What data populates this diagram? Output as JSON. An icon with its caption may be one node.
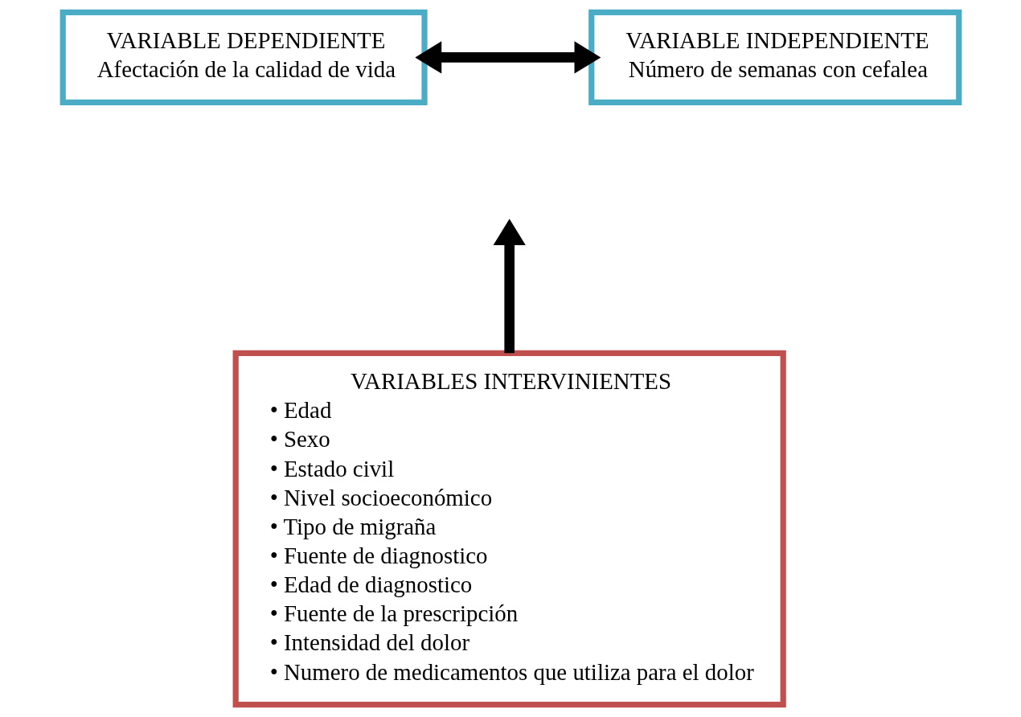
{
  "diagram": {
    "nodes": [
      {
        "text": [
          "VARIABLE DEPENDIENTE",
          "Afectación de la calidad de vida"
        ]
      },
      {
        "text": [
          "VARIABLE INDEPENDIENTE",
          "Número de semanas con cefalea"
        ]
      },
      {
        "text": [
          "VARIABLES INTERVINIENTES",
          "• Edad",
          "• Sexo",
          "• Estado civil",
          "• Nivel socioeconómico",
          "• Tipo de migraña",
          "• Fuente de diagnostico",
          "• Edad de diagnostico",
          "• Fuente de la prescripción",
          "• Intensidad del dolor",
          "• Numero de medicamentos que utiliza para el dolor"
        ]
      }
    ],
    "edges": [
      {
        "from": 0,
        "to": 1,
        "arrow": "both"
      },
      {
        "from": 2,
        "to": null,
        "arrow": "to"
      }
    ]
  }
}
